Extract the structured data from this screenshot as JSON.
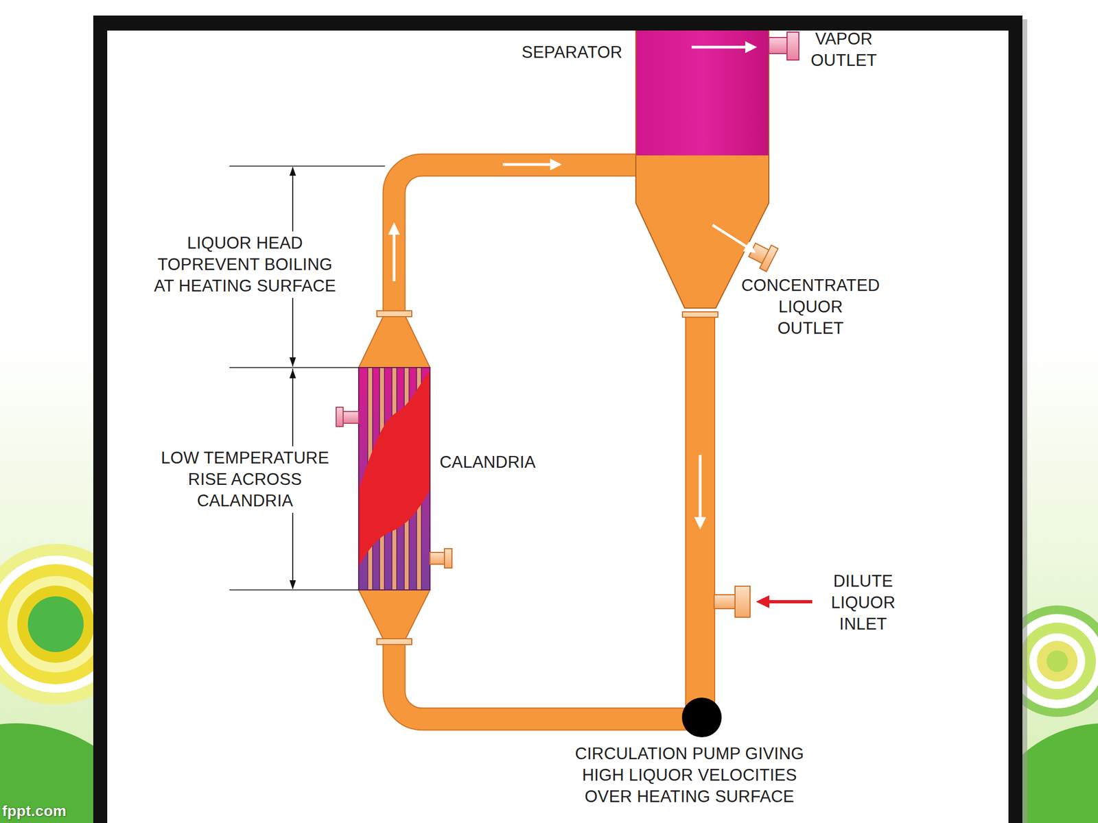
{
  "diagram": {
    "labels": [
      "SEPARATOR",
      "VAPOR OUTLET",
      "LIQUOR HEAD TOPREVENT BOILING AT HEATING SURFACE",
      "LOW TEMPERATURE RISE ACROSS CALANDRIA",
      "CALANDRIA",
      "CONCENTRATED LIQUOR OUTLET",
      "DILUTE LIQUOR INLET",
      "CIRCULATION PUMP GIVING HIGH LIQUOR VELOCITIES OVER HEATING SURFACE",
      "fppt.com"
    ]
  }
}
